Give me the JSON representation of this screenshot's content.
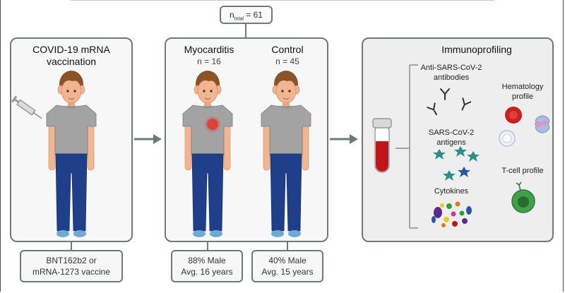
{
  "ntotal": {
    "n": "n",
    "sub": "total",
    "value": "= 61"
  },
  "left_panel": {
    "title_line1": "COVID-19 mRNA",
    "title_line2": "vaccination"
  },
  "left_box": {
    "line1": "BNT162b2 or",
    "line2": "mRNA-1273 vaccine"
  },
  "myocarditis": {
    "title": "Myocarditis",
    "n": "n = 16",
    "box_line1": "88% Male",
    "box_line2": "Avg. 16 years"
  },
  "control": {
    "title": "Control",
    "n": "n = 45",
    "box_line1": "40% Male",
    "box_line2": "Avg. 15 years"
  },
  "immuno": {
    "title": "Immunoprofiling",
    "antibodies_line1": "Anti-SARS-CoV-2",
    "antibodies_line2": "antibodies",
    "antigens_line1": "SARS-CoV-2",
    "antigens_line2": "antigens",
    "cytokines": "Cytokines",
    "hematology_line1": "Hematology",
    "hematology_line2": "profile",
    "tcell": "T-cell profile"
  },
  "colors": {
    "panel_border": "#6f7a78",
    "skin": "#f2b591",
    "hair": "#8a5428",
    "shirt": "#a3a3a3",
    "pants": "#1f3f8a",
    "shoes": "#6fa9d8",
    "heart_marker": "#e8342e",
    "blood": "#c0161b",
    "tcell": "#3fa14a"
  }
}
